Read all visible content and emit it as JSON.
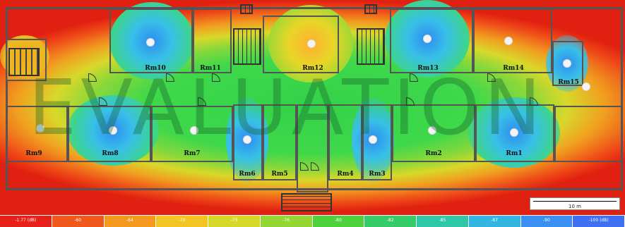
{
  "rooms": [
    {
      "label": "Rm10"
    },
    {
      "label": "Rm11"
    },
    {
      "label": "Rm12"
    },
    {
      "label": "Rm13"
    },
    {
      "label": "Rm14"
    },
    {
      "label": "Rm15"
    },
    {
      "label": "Rm9"
    },
    {
      "label": "Rm8"
    },
    {
      "label": "Rm7"
    },
    {
      "label": "Rm6"
    },
    {
      "label": "Rm5"
    },
    {
      "label": "Rm4"
    },
    {
      "label": "Rm3"
    },
    {
      "label": "Rm2"
    },
    {
      "label": "Rm1"
    }
  ],
  "watermark": "EVALUATION",
  "scale": {
    "label": "10 m"
  },
  "legend": [
    {
      "label": "-1.77 (dB)",
      "color": "#e8201a"
    },
    {
      "label": "-60",
      "color": "#ef5a1c"
    },
    {
      "label": "-64",
      "color": "#f39a1e"
    },
    {
      "label": "-70",
      "color": "#f2c524"
    },
    {
      "label": "-73",
      "color": "#d7d92a"
    },
    {
      "label": "-76",
      "color": "#94d732"
    },
    {
      "label": "-80",
      "color": "#4dd23c"
    },
    {
      "label": "-82",
      "color": "#36cc6a"
    },
    {
      "label": "-85",
      "color": "#2ec8a9"
    },
    {
      "label": "-87",
      "color": "#33b7e0"
    },
    {
      "label": "-90",
      "color": "#3a8ff0"
    },
    {
      "label": "-100 (dB)",
      "color": "#3f6ff2"
    }
  ]
}
